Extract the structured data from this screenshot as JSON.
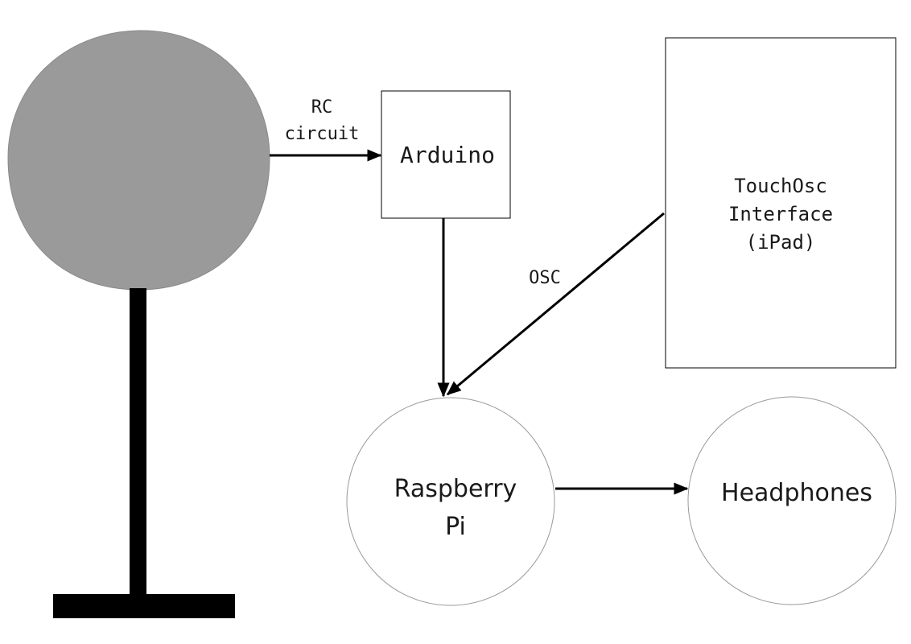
{
  "nodes": {
    "arduino": {
      "label": "Arduino"
    },
    "touchosc": {
      "line1": "TouchOsc",
      "line2": "Interface",
      "line3": "(iPad)"
    },
    "raspberry_pi": {
      "line1": "Raspberry",
      "line2": "Pi"
    },
    "headphones": {
      "label": "Headphones"
    }
  },
  "edges": {
    "sensor_to_arduino": {
      "line1": "RC",
      "line2": "circuit"
    },
    "ipad_to_pi": {
      "label": "OSC"
    }
  },
  "colors": {
    "sensor_fill": "#9a9a9a",
    "stand_fill": "#000000",
    "stroke": "#000000",
    "node_border": "#999999"
  }
}
